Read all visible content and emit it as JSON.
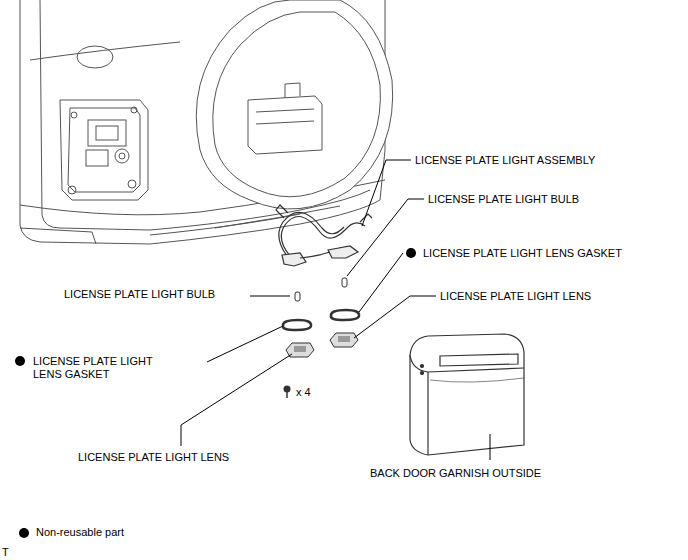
{
  "diagram": {
    "labels": [
      "LICENSE PLATE LIGHT ASSEMBLY",
      "LICENSE PLATE LIGHT BULB",
      "LICENSE PLATE LIGHT LENS GASKET",
      "LICENSE PLATE LIGHT LENS",
      "LICENSE PLATE LIGHT BULB",
      "LICENSE PLATE LIGHT LENS GASKET",
      "x 4",
      "LICENSE PLATE LIGHT LENS",
      "BACK DOOR GARNISH OUTSIDE",
      "T"
    ],
    "legend": [
      {
        "text": "Non-reusable part"
      }
    ]
  }
}
